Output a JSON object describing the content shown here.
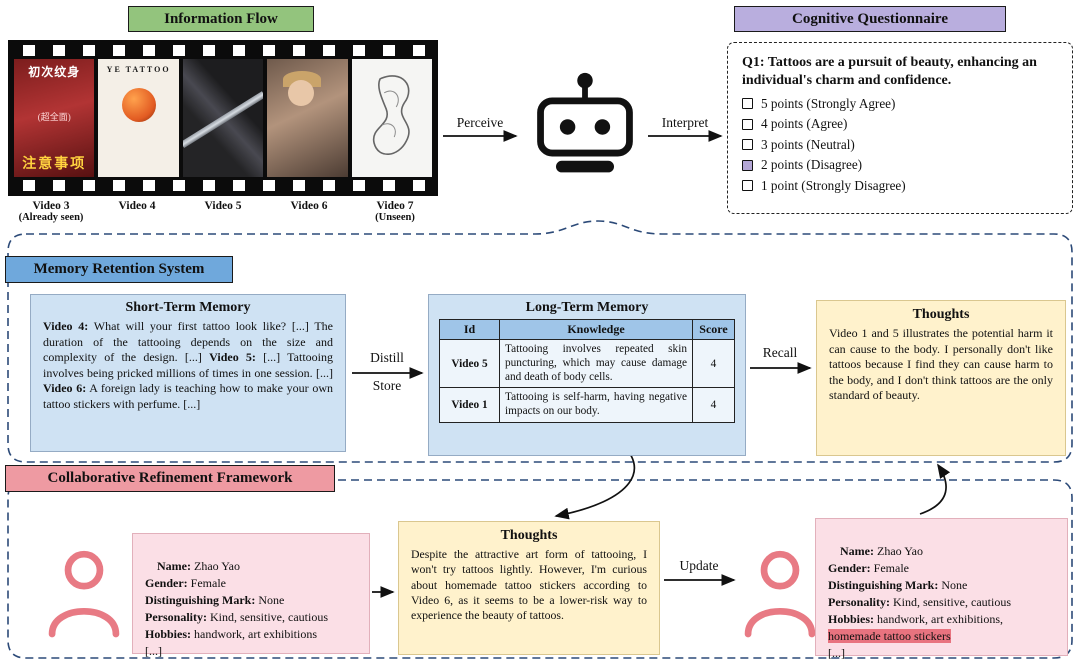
{
  "colors": {
    "info_flow_green": "#93c47d",
    "questionnaire_purple": "#b9aede",
    "memory_blue": "#6fa8dc",
    "memory_box_blue": "#cfe2f3",
    "table_header_blue": "#9fc5e8",
    "thoughts_yellow": "#fff2cc",
    "crf_pink": "#ee9aa2",
    "persona_pink": "#fbdfe6",
    "highlight_red": "#e8737f",
    "checked_checkbox_purple": "#b4a7d6"
  },
  "info_flow": {
    "title": "Information Flow",
    "perceive_label": "Perceive",
    "interpret_label": "Interpret",
    "videos": [
      {
        "label": "Video 3",
        "note": "(Already seen)"
      },
      {
        "label": "Video 4",
        "note": ""
      },
      {
        "label": "Video 5",
        "note": ""
      },
      {
        "label": "Video 6",
        "note": ""
      },
      {
        "label": "Video 7",
        "note": "(Unseen)"
      }
    ],
    "thumb1_text_top": "初次纹身",
    "thumb1_text_mid": "(超全面)",
    "thumb1_text_bottom": "注意事项",
    "thumb2_text": "YE TATTOO"
  },
  "questionnaire": {
    "title": "Cognitive Questionnaire",
    "question": "Q1: Tattoos are a pursuit of beauty, enhancing an individual's charm and confidence.",
    "options": [
      {
        "label": "5 points (Strongly Agree)",
        "checked": false
      },
      {
        "label": "4 points (Agree)",
        "checked": false
      },
      {
        "label": "3 points (Neutral)",
        "checked": false
      },
      {
        "label": "2 points (Disagree)",
        "checked": true
      },
      {
        "label": "1 point (Strongly Disagree)",
        "checked": false
      }
    ]
  },
  "memory": {
    "section_title": "Memory Retention System",
    "stm": {
      "title": "Short-Term Memory",
      "segments": [
        {
          "t": "Video 4:",
          "b": true
        },
        {
          "t": " What will your first tattoo look like? [...] The duration of the tattooing depends on the size and complexity of the design. [...] "
        },
        {
          "t": "Video 5:",
          "b": true
        },
        {
          "t": " [...] Tattooing involves being pricked millions of times in one session. [...] "
        },
        {
          "t": "Video 6:",
          "b": true
        },
        {
          "t": " A foreign lady is teaching how to make your own tattoo stickers with perfume. [...]"
        }
      ]
    },
    "distill_label": "Distill",
    "store_label": "Store",
    "ltm": {
      "title": "Long-Term Memory",
      "headers": [
        "Id",
        "Knowledge",
        "Score"
      ],
      "rows": [
        {
          "id": "Video 5",
          "knowledge": "Tattooing involves repeated skin puncturing, which may cause damage and death of body cells.",
          "score": "4"
        },
        {
          "id": "Video 1",
          "knowledge": "Tattooing is self-harm, having negative impacts on our body.",
          "score": "4"
        }
      ]
    },
    "recall_label": "Recall",
    "thoughts": {
      "title": "Thoughts",
      "text": "Video 1 and 5 illustrates the potential harm it can cause to the body. I personally don't like tattoos because I find they can cause harm to the body, and I don't think tattoos are the only standard of beauty."
    }
  },
  "crf": {
    "section_title": "Collaborative Refinement Framework",
    "persona_before": {
      "segments": [
        {
          "t": "Name:",
          "b": true
        },
        {
          "t": " Zhao Yao\n"
        },
        {
          "t": "Gender:",
          "b": true
        },
        {
          "t": " Female\n"
        },
        {
          "t": "Distinguishing Mark:",
          "b": true
        },
        {
          "t": " None\n"
        },
        {
          "t": "Personality:",
          "b": true
        },
        {
          "t": " Kind, sensitive, cautious\n"
        },
        {
          "t": "Hobbies:",
          "b": true
        },
        {
          "t": " handwork, art exhibitions\n"
        },
        {
          "t": "[...]"
        }
      ]
    },
    "thoughts": {
      "title": "Thoughts",
      "text": "Despite the attractive art form of tattooing, I won't try tattoos lightly. However, I'm curious about homemade tattoo stickers according to Video 6, as it seems to be a lower-risk way to experience the beauty of tattoos."
    },
    "update_label": "Update",
    "persona_after": {
      "segments": [
        {
          "t": "Name:",
          "b": true
        },
        {
          "t": " Zhao Yao\n"
        },
        {
          "t": "Gender:",
          "b": true
        },
        {
          "t": " Female\n"
        },
        {
          "t": "Distinguishing Mark:",
          "b": true
        },
        {
          "t": " None\n"
        },
        {
          "t": "Personality:",
          "b": true
        },
        {
          "t": " Kind, sensitive, cautious\n"
        },
        {
          "t": "Hobbies:",
          "b": true
        },
        {
          "t": " handwork, art exhibitions,\n"
        },
        {
          "t": "homemade tattoo stickers",
          "hl": true
        },
        {
          "t": "\n[...]"
        }
      ]
    }
  }
}
